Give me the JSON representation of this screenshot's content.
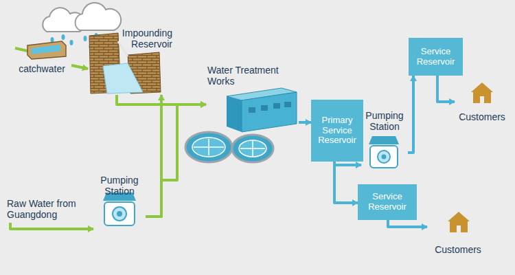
{
  "diagram": {
    "nodes": [
      {
        "text": [
          "catchwater"
        ]
      },
      {
        "text": [
          "Impounding Reservoir"
        ]
      },
      {
        "text": [
          "Water Treatment Works"
        ]
      },
      {
        "text": [
          "Primary Service Reservoir"
        ]
      },
      {
        "text": [
          "Pumping Station"
        ]
      },
      {
        "text": [
          "Service Reservoir"
        ]
      },
      {
        "text": [
          "Customers"
        ]
      },
      {
        "text": [
          "Raw Water from Guangdong"
        ]
      },
      {
        "text": [
          "Pumping Station"
        ]
      },
      {
        "text": [
          "Service Reservoir"
        ]
      },
      {
        "text": [
          "Customers"
        ]
      }
    ],
    "edges": [
      {
        "from": 0,
        "to": 1,
        "arrow": "to"
      },
      {
        "from": 1,
        "to": 2,
        "arrow": "to"
      },
      {
        "from": 2,
        "to": 3,
        "arrow": "to"
      },
      {
        "from": 3,
        "to": 4,
        "arrow": "to"
      },
      {
        "from": 4,
        "to": 5,
        "arrow": "to"
      },
      {
        "from": 5,
        "to": 6,
        "arrow": "to"
      },
      {
        "from": 7,
        "to": 8,
        "arrow": "to"
      },
      {
        "from": 8,
        "to": 1,
        "arrow": "to"
      },
      {
        "from": 8,
        "to": 2,
        "arrow": "to"
      },
      {
        "from": 3,
        "to": 9,
        "arrow": "to"
      },
      {
        "from": 9,
        "to": 10,
        "arrow": "to"
      }
    ]
  }
}
